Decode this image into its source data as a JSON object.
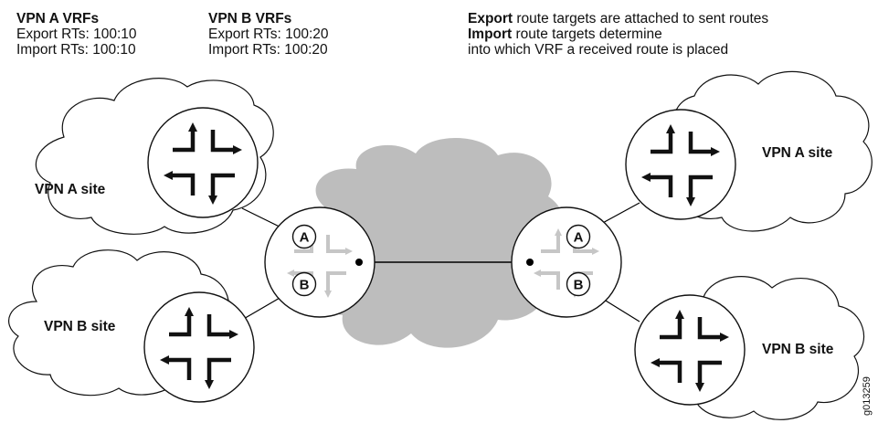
{
  "vrf_blocks": {
    "vpn_a": {
      "title": "VPN A VRFs",
      "export_rts": "Export RTs: 100:10",
      "import_rts": "Import RTs: 100:10"
    },
    "vpn_b": {
      "title": "VPN B VRFs",
      "export_rts": "Export RTs: 100:20",
      "import_rts": "Import RTs: 100:20"
    }
  },
  "legend": {
    "export_word": "Export",
    "export_rest": " route targets are attached to sent routes",
    "import_word": "Import",
    "import_rest": " route targets determine",
    "import_line2": "into which VRF a received route is placed"
  },
  "sites": {
    "left_a": "VPN A site",
    "left_b": "VPN B site",
    "right_a": "VPN A site",
    "right_b": "VPN B site"
  },
  "pe_vrf_labels": {
    "a": "A",
    "b": "B"
  },
  "figure_id": "g013259",
  "colors": {
    "cloud_gray": "#bdbdbd",
    "arrow_black": "#111111",
    "arrow_gray": "#c6c6c6",
    "line": "#000000"
  }
}
